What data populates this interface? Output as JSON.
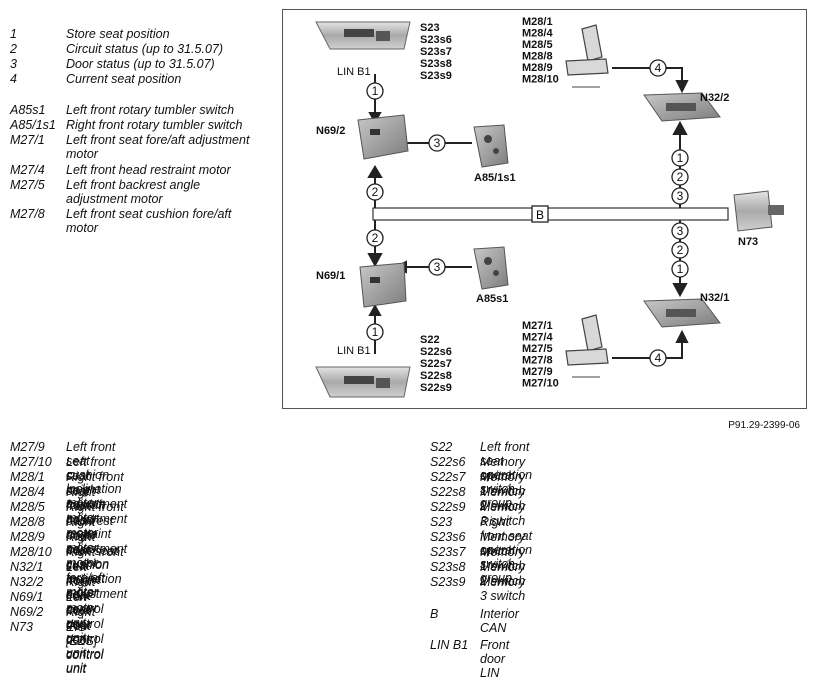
{
  "legend_top": [
    {
      "code": "1",
      "desc": "Store seat position"
    },
    {
      "code": "2",
      "desc": "Circuit status (up to 31.5.07)"
    },
    {
      "code": "3",
      "desc": "Door status (up to 31.5.07)"
    },
    {
      "code": "4",
      "desc": "Current seat position"
    },
    {
      "code": "A85s1",
      "desc": "Left front rotary tumbler switch"
    },
    {
      "code": "A85/1s1",
      "desc": "Right front rotary tumbler switch"
    },
    {
      "code": "M27/1",
      "desc": "Left front seat fore/aft adjustment motor"
    },
    {
      "code": "M27/4",
      "desc": "Left front head restraint motor"
    },
    {
      "code": "M27/5",
      "desc": "Left front backrest angle adjustment motor"
    },
    {
      "code": "M27/8",
      "desc": "Left front seat cushion fore/aft motor"
    }
  ],
  "legend_bottom_left": [
    {
      "code": "M27/9",
      "desc": "Left front seat cushion inclination motor"
    },
    {
      "code": "M27/10",
      "desc": "Left front seat height adjustment motor"
    },
    {
      "code": "M28/1",
      "desc": "Right front seat fore/aft adjustment motor"
    },
    {
      "code": "M28/4",
      "desc": "Right front head restraint motor"
    },
    {
      "code": "M28/5",
      "desc": "Right front backrest angle adjustment motor"
    },
    {
      "code": "M28/8",
      "desc": "Right front seat cushion fore/aft motor"
    },
    {
      "code": "M28/9",
      "desc": "Right front seat cushion inclination motor"
    },
    {
      "code": "M28/10",
      "desc": "Right front seat height adjustment motor"
    },
    {
      "code": "N32/1",
      "desc": "Left front seat control unit"
    },
    {
      "code": "N32/2",
      "desc": "Right front seat control unit"
    },
    {
      "code": "N69/1",
      "desc": "Left front door control unit"
    },
    {
      "code": "N69/2",
      "desc": "Right front door control unit"
    },
    {
      "code": "N73",
      "desc": "EIS [EZS] control unit"
    }
  ],
  "legend_bottom_right": [
    {
      "code": "S22",
      "desc": "Left front seat operation switch group"
    },
    {
      "code": "S22s6",
      "desc": "Memory switch"
    },
    {
      "code": "S22s7",
      "desc": "Memory 1 switch"
    },
    {
      "code": "S22s8",
      "desc": "Memory 2 switch"
    },
    {
      "code": "S22s9",
      "desc": "Memory 3 switch"
    },
    {
      "code": "S23",
      "desc": "Right front seat operation switch group"
    },
    {
      "code": "S23s6",
      "desc": "Memory switch"
    },
    {
      "code": "S23s7",
      "desc": "Memory 1 switch"
    },
    {
      "code": "S23s8",
      "desc": "Memory 2 switch"
    },
    {
      "code": "S23s9",
      "desc": "Memory 3 switch"
    },
    {
      "code": "B",
      "desc": "Interior CAN"
    },
    {
      "code": "LIN B1",
      "desc": "Front door LIN"
    }
  ],
  "diagram": {
    "s23_group": "S23\nS23s6\nS23s7\nS23s8\nS23s9",
    "s22_group": "S22\nS22s6\nS22s7\nS22s8\nS22s9",
    "m28_group": "M28/1\nM28/4\nM28/5\nM28/8\nM28/9\nM28/10",
    "m27_group": "M27/1\nM27/4\nM27/5\nM27/8\nM27/9\nM27/10",
    "lin_top": "LIN B1",
    "lin_bottom": "LIN B1",
    "n69_2": "N69/2",
    "n69_1": "N69/1",
    "n32_2": "N32/2",
    "n32_1": "N32/1",
    "a85_1s1": "A85/1s1",
    "a85s1": "A85s1",
    "n73": "N73",
    "bus_b": "B",
    "badges": [
      "1",
      "2",
      "3",
      "4"
    ]
  },
  "reference_code": "P91.29-2399-06"
}
